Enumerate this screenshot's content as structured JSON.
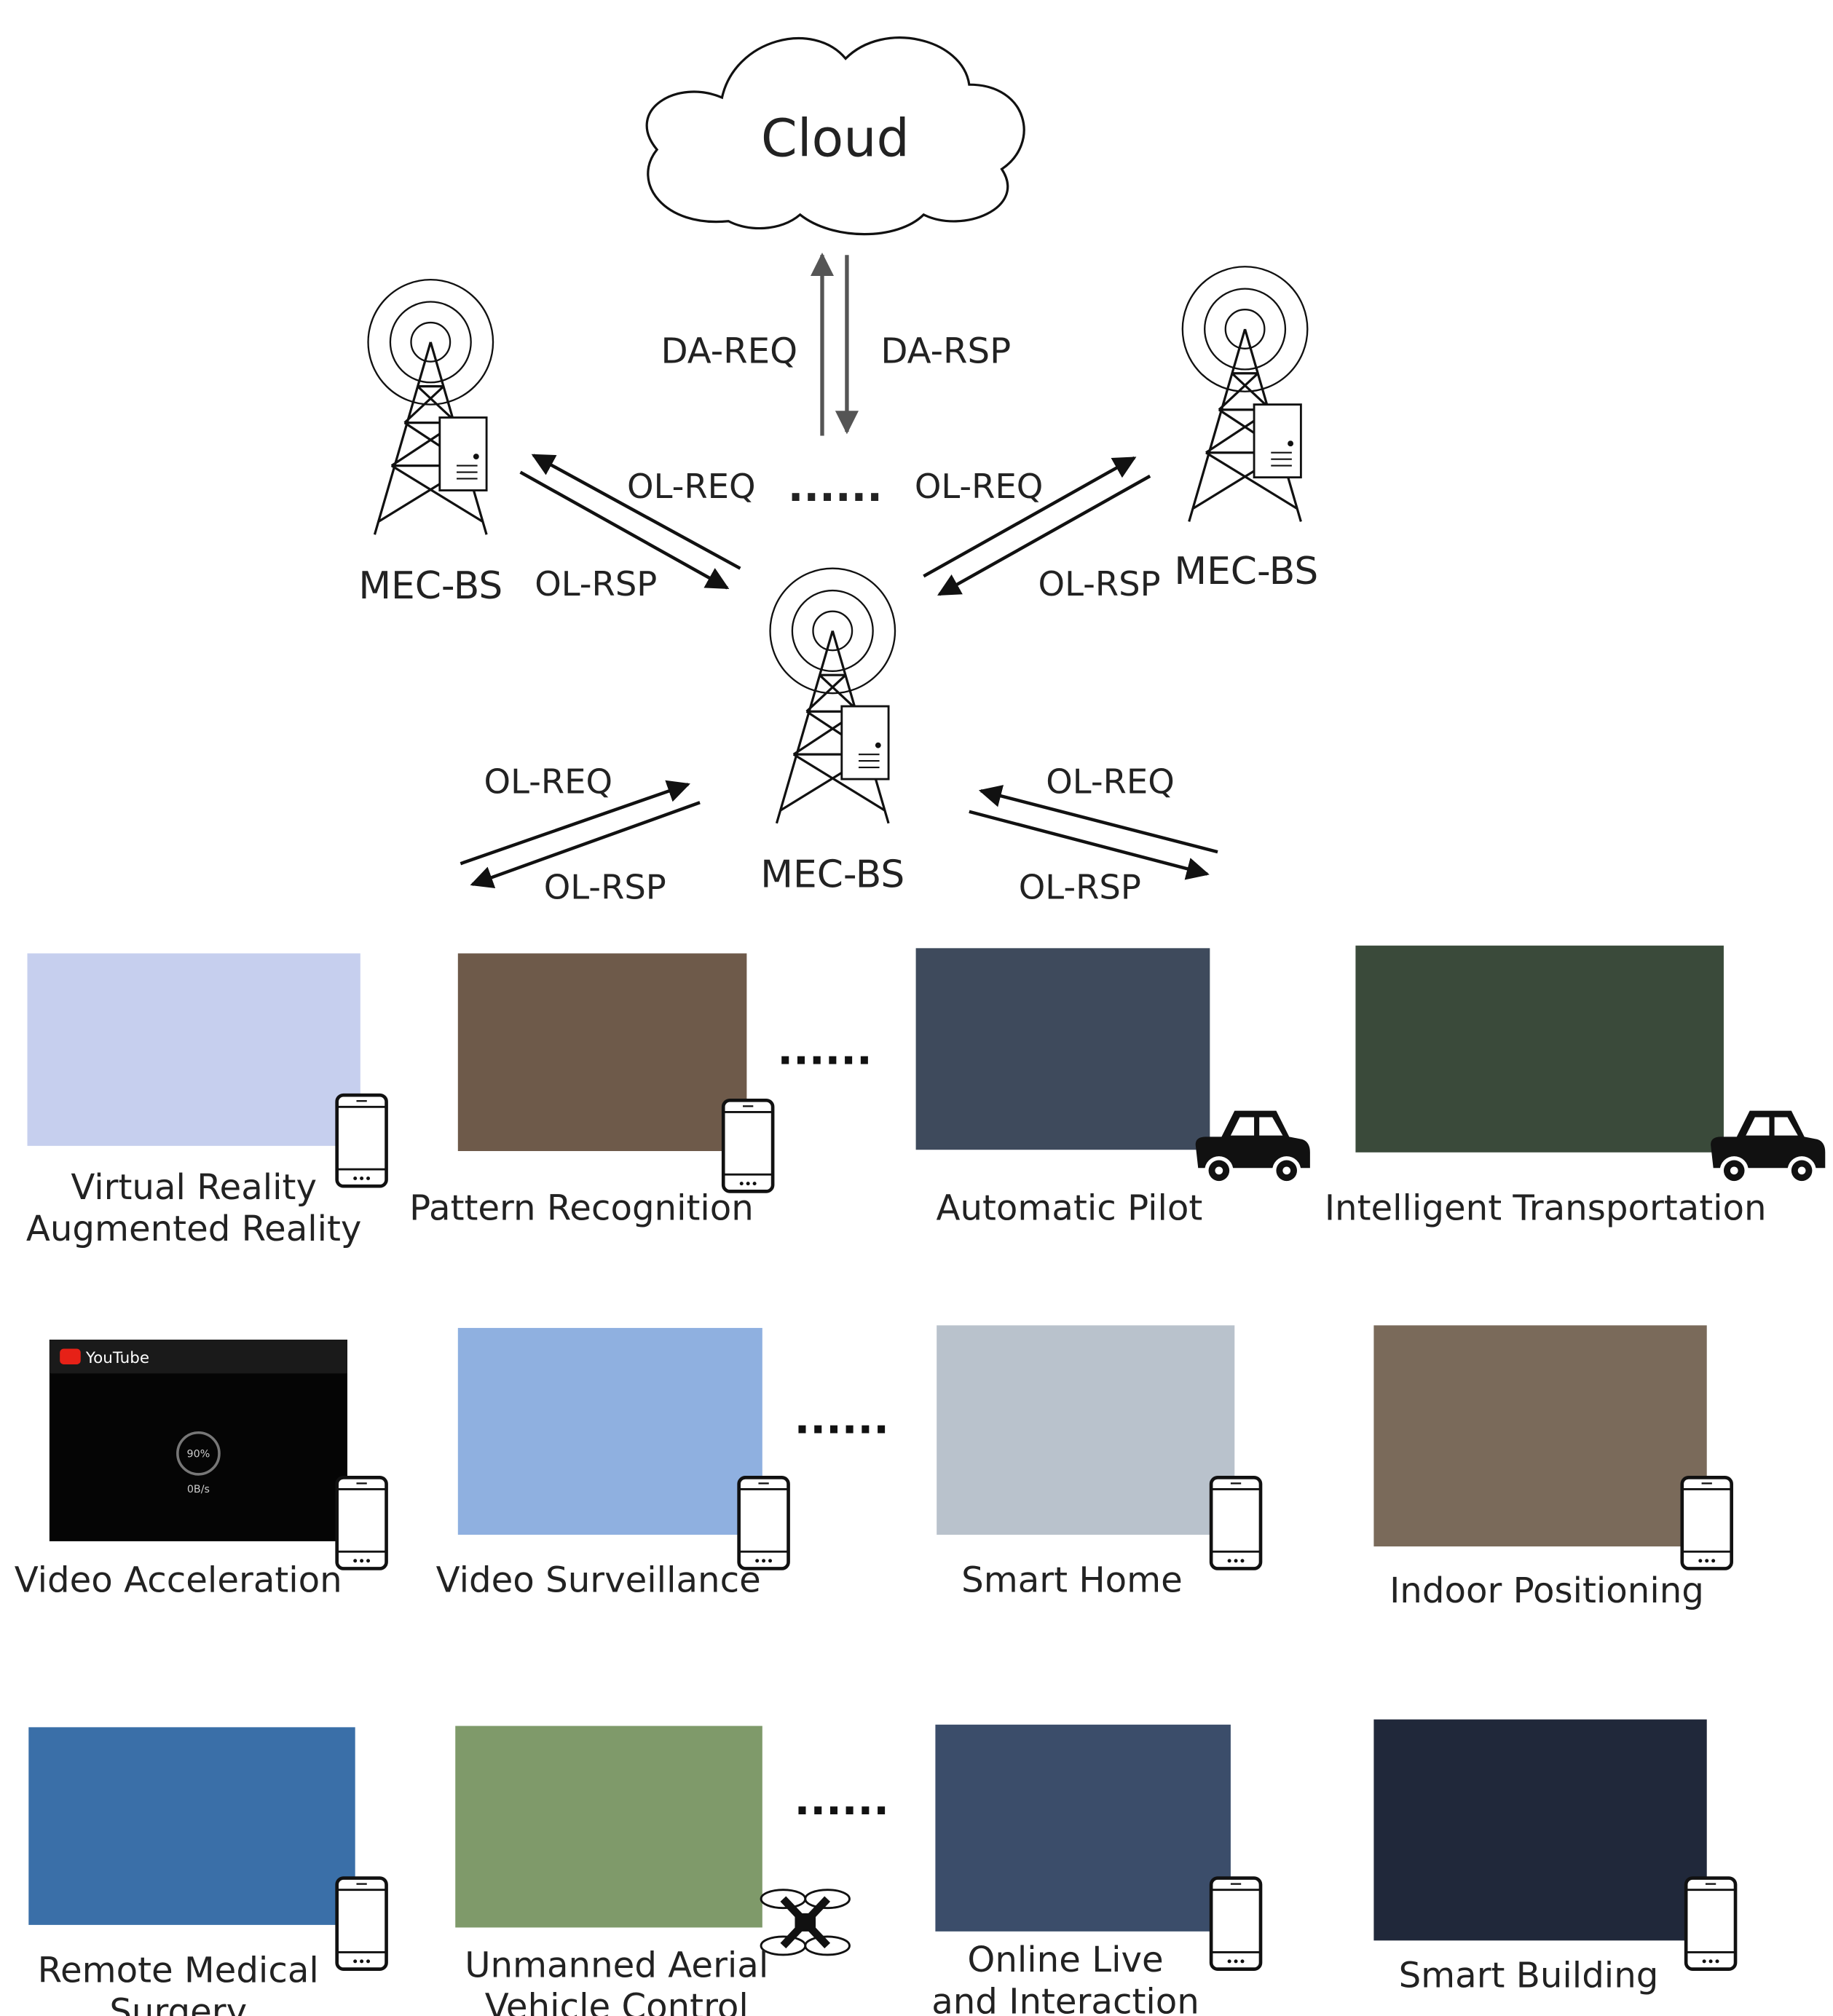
{
  "cloud": {
    "label": "Cloud"
  },
  "cloud_link": {
    "request": "DA-REQ",
    "response": "DA-RSP"
  },
  "base_stations": {
    "left": {
      "label": "MEC-BS"
    },
    "right": {
      "label": "MEC-BS"
    },
    "center": {
      "label": "MEC-BS"
    }
  },
  "bs_links": {
    "left": {
      "request": "OL-REQ",
      "response": "OL-RSP"
    },
    "right": {
      "request": "OL-REQ",
      "response": "OL-RSP"
    },
    "middle_ellipsis": "......"
  },
  "device_links": {
    "left": {
      "request": "OL-REQ",
      "response": "OL-RSP"
    },
    "right": {
      "request": "OL-REQ",
      "response": "OL-RSP"
    }
  },
  "row_ellipsis": "......",
  "rows": [
    [
      {
        "lines": [
          "Virtual Reality",
          "Augmented Reality"
        ],
        "device": "smartphone-icon",
        "bg": "#c6cfee"
      },
      {
        "lines": [
          "Pattern Recognition"
        ],
        "device": "smartphone-icon",
        "bg": "#6e5a4a"
      },
      {
        "lines": [
          "Automatic Pilot"
        ],
        "device": "car-icon",
        "bg": "#3e4a5c"
      },
      {
        "lines": [
          "Intelligent Transportation"
        ],
        "device": "car-icon",
        "bg": "#3a4a3a"
      }
    ],
    [
      {
        "lines": [
          "Video Acceleration"
        ],
        "device": "smartphone-icon",
        "bg": "#050505",
        "overlay": {
          "brand": "YouTube",
          "percent": "90%",
          "rate": "0B/s"
        }
      },
      {
        "lines": [
          "Video Surveillance"
        ],
        "device": "smartphone-icon",
        "bg": "#8fb0e0"
      },
      {
        "lines": [
          "Smart Home"
        ],
        "device": "smartphone-icon",
        "bg": "#b9c2cc"
      },
      {
        "lines": [
          "Indoor Positioning"
        ],
        "device": "smartphone-icon",
        "bg": "#7a6a5a"
      }
    ],
    [
      {
        "lines": [
          "Remote Medical",
          "Surgery"
        ],
        "device": "smartphone-icon",
        "bg": "#3a6fa8"
      },
      {
        "lines": [
          "Unmanned Aerial",
          "Vehicle Control"
        ],
        "device": "drone-icon",
        "bg": "#7f9a6a"
      },
      {
        "lines": [
          "Online Live",
          "and Interaction"
        ],
        "device": "smartphone-icon",
        "bg": "#3b4d6a"
      },
      {
        "lines": [
          "Smart Building"
        ],
        "device": "smartphone-icon",
        "bg": "#20283a"
      }
    ]
  ],
  "colors": {
    "ink": "#222222",
    "arrow": "#111111",
    "cloud_arrow": "#555555"
  }
}
